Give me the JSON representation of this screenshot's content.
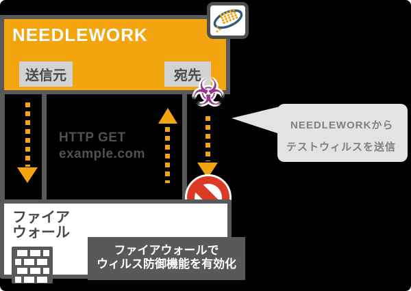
{
  "colors": {
    "bg": "#000000",
    "orange": "#F2A50E",
    "gray": "#595959",
    "label-bg": "#D2D2D2",
    "label-text": "#4A4A4A",
    "request-text": "#515151",
    "bubble-bg": "#E3E3E3",
    "bubble-text": "#7F7F7F",
    "purple": "#95398A",
    "red": "#DB3A26",
    "logo-blue": "#2A5A7F"
  },
  "header": {
    "title": "NEEDLEWORK",
    "source_label": "送信元",
    "destination_label": "宛先"
  },
  "request": {
    "line1": "HTTP GET",
    "line2": "example.com"
  },
  "virus_callout": {
    "line1": "NEEDLEWORKから",
    "line2": "テストウィルスを送信"
  },
  "firewall": {
    "name_line1": "ファイア",
    "name_line2": "ウォール"
  },
  "firewall_callout": {
    "line1": "ファイアウォールで",
    "line2": "ウィルス防御機能を有効化"
  },
  "icons": {
    "logo": "needlework-logo",
    "biohazard_glyph": "☣",
    "blocked": "no-entry-sign",
    "brick_wall": "brick-wall"
  }
}
